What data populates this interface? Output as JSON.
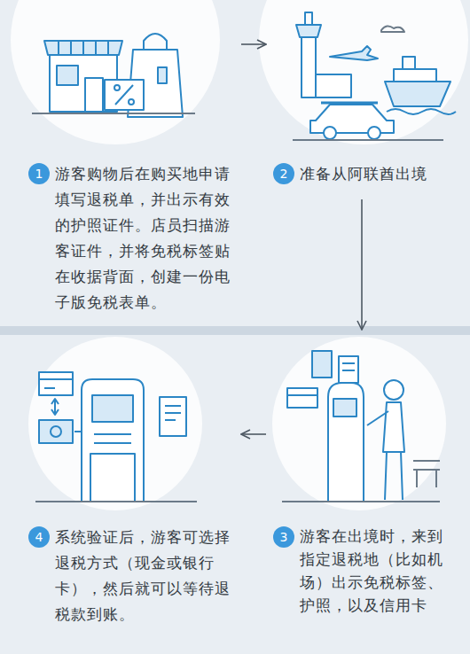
{
  "diagram": {
    "nodes": [
      {
        "text": [
          "1",
          "游客购物后在购买地申请填写退税单，并出示有效的护照证件。店员扫描游客证件，并将免税标签贴在收据背面，创建一份电子版免税表单。"
        ]
      },
      {
        "text": [
          "2",
          "准备从阿联酋出境"
        ]
      },
      {
        "text": [
          "3",
          "游客在出境时，来到指定退税地（比如机场）出示免税标签、护照，以及信用卡"
        ]
      },
      {
        "text": [
          "4",
          "系统验证后，游客可选择退税方式（现金或银行卡），然后就可以等待退税款到账。"
        ]
      }
    ],
    "edges": [
      {
        "from": 0,
        "to": 1,
        "arrow": "to"
      },
      {
        "from": 1,
        "to": 2,
        "arrow": "to"
      },
      {
        "from": 2,
        "to": 3,
        "arrow": "to"
      }
    ]
  }
}
